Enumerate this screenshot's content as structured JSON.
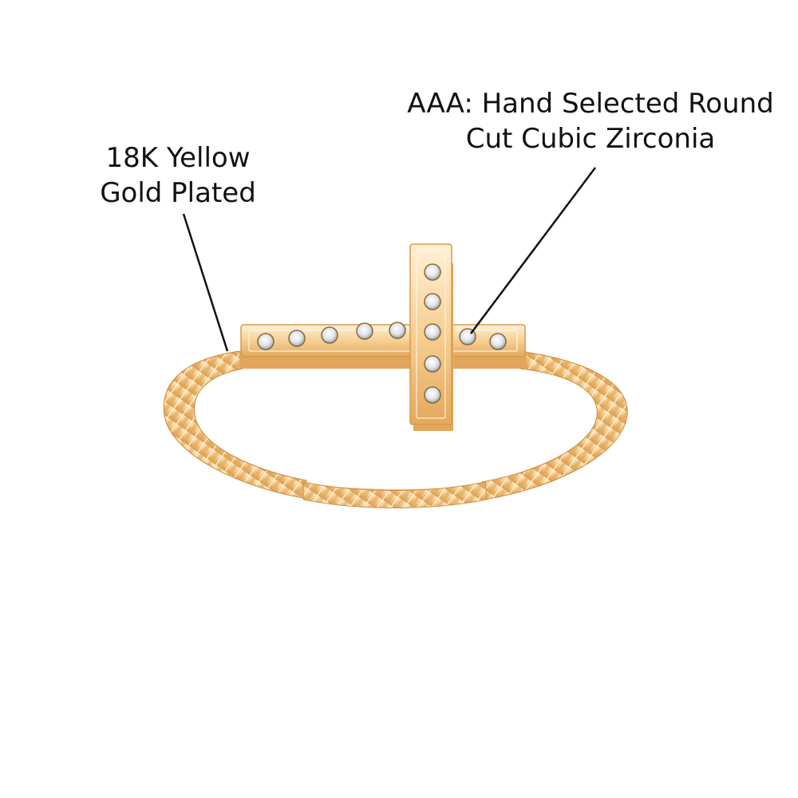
{
  "annotations": {
    "gold_label": {
      "line1": "18K Yellow",
      "line2": "Gold Plated"
    },
    "stone_label": {
      "line1": "AAA: Hand Selected Round",
      "line2": "Cut Cubic Zirconia"
    }
  },
  "colors": {
    "background": "#ffffff",
    "gold_light": "#fbe2b4",
    "gold_mid": "#f2c07a",
    "gold_dark": "#c98a3c",
    "stone": "#e9ecef",
    "leader_line": "#111111",
    "text": "#111111"
  },
  "stones": {
    "horizontal_bar_count": 8,
    "vertical_bar_count": 5
  }
}
